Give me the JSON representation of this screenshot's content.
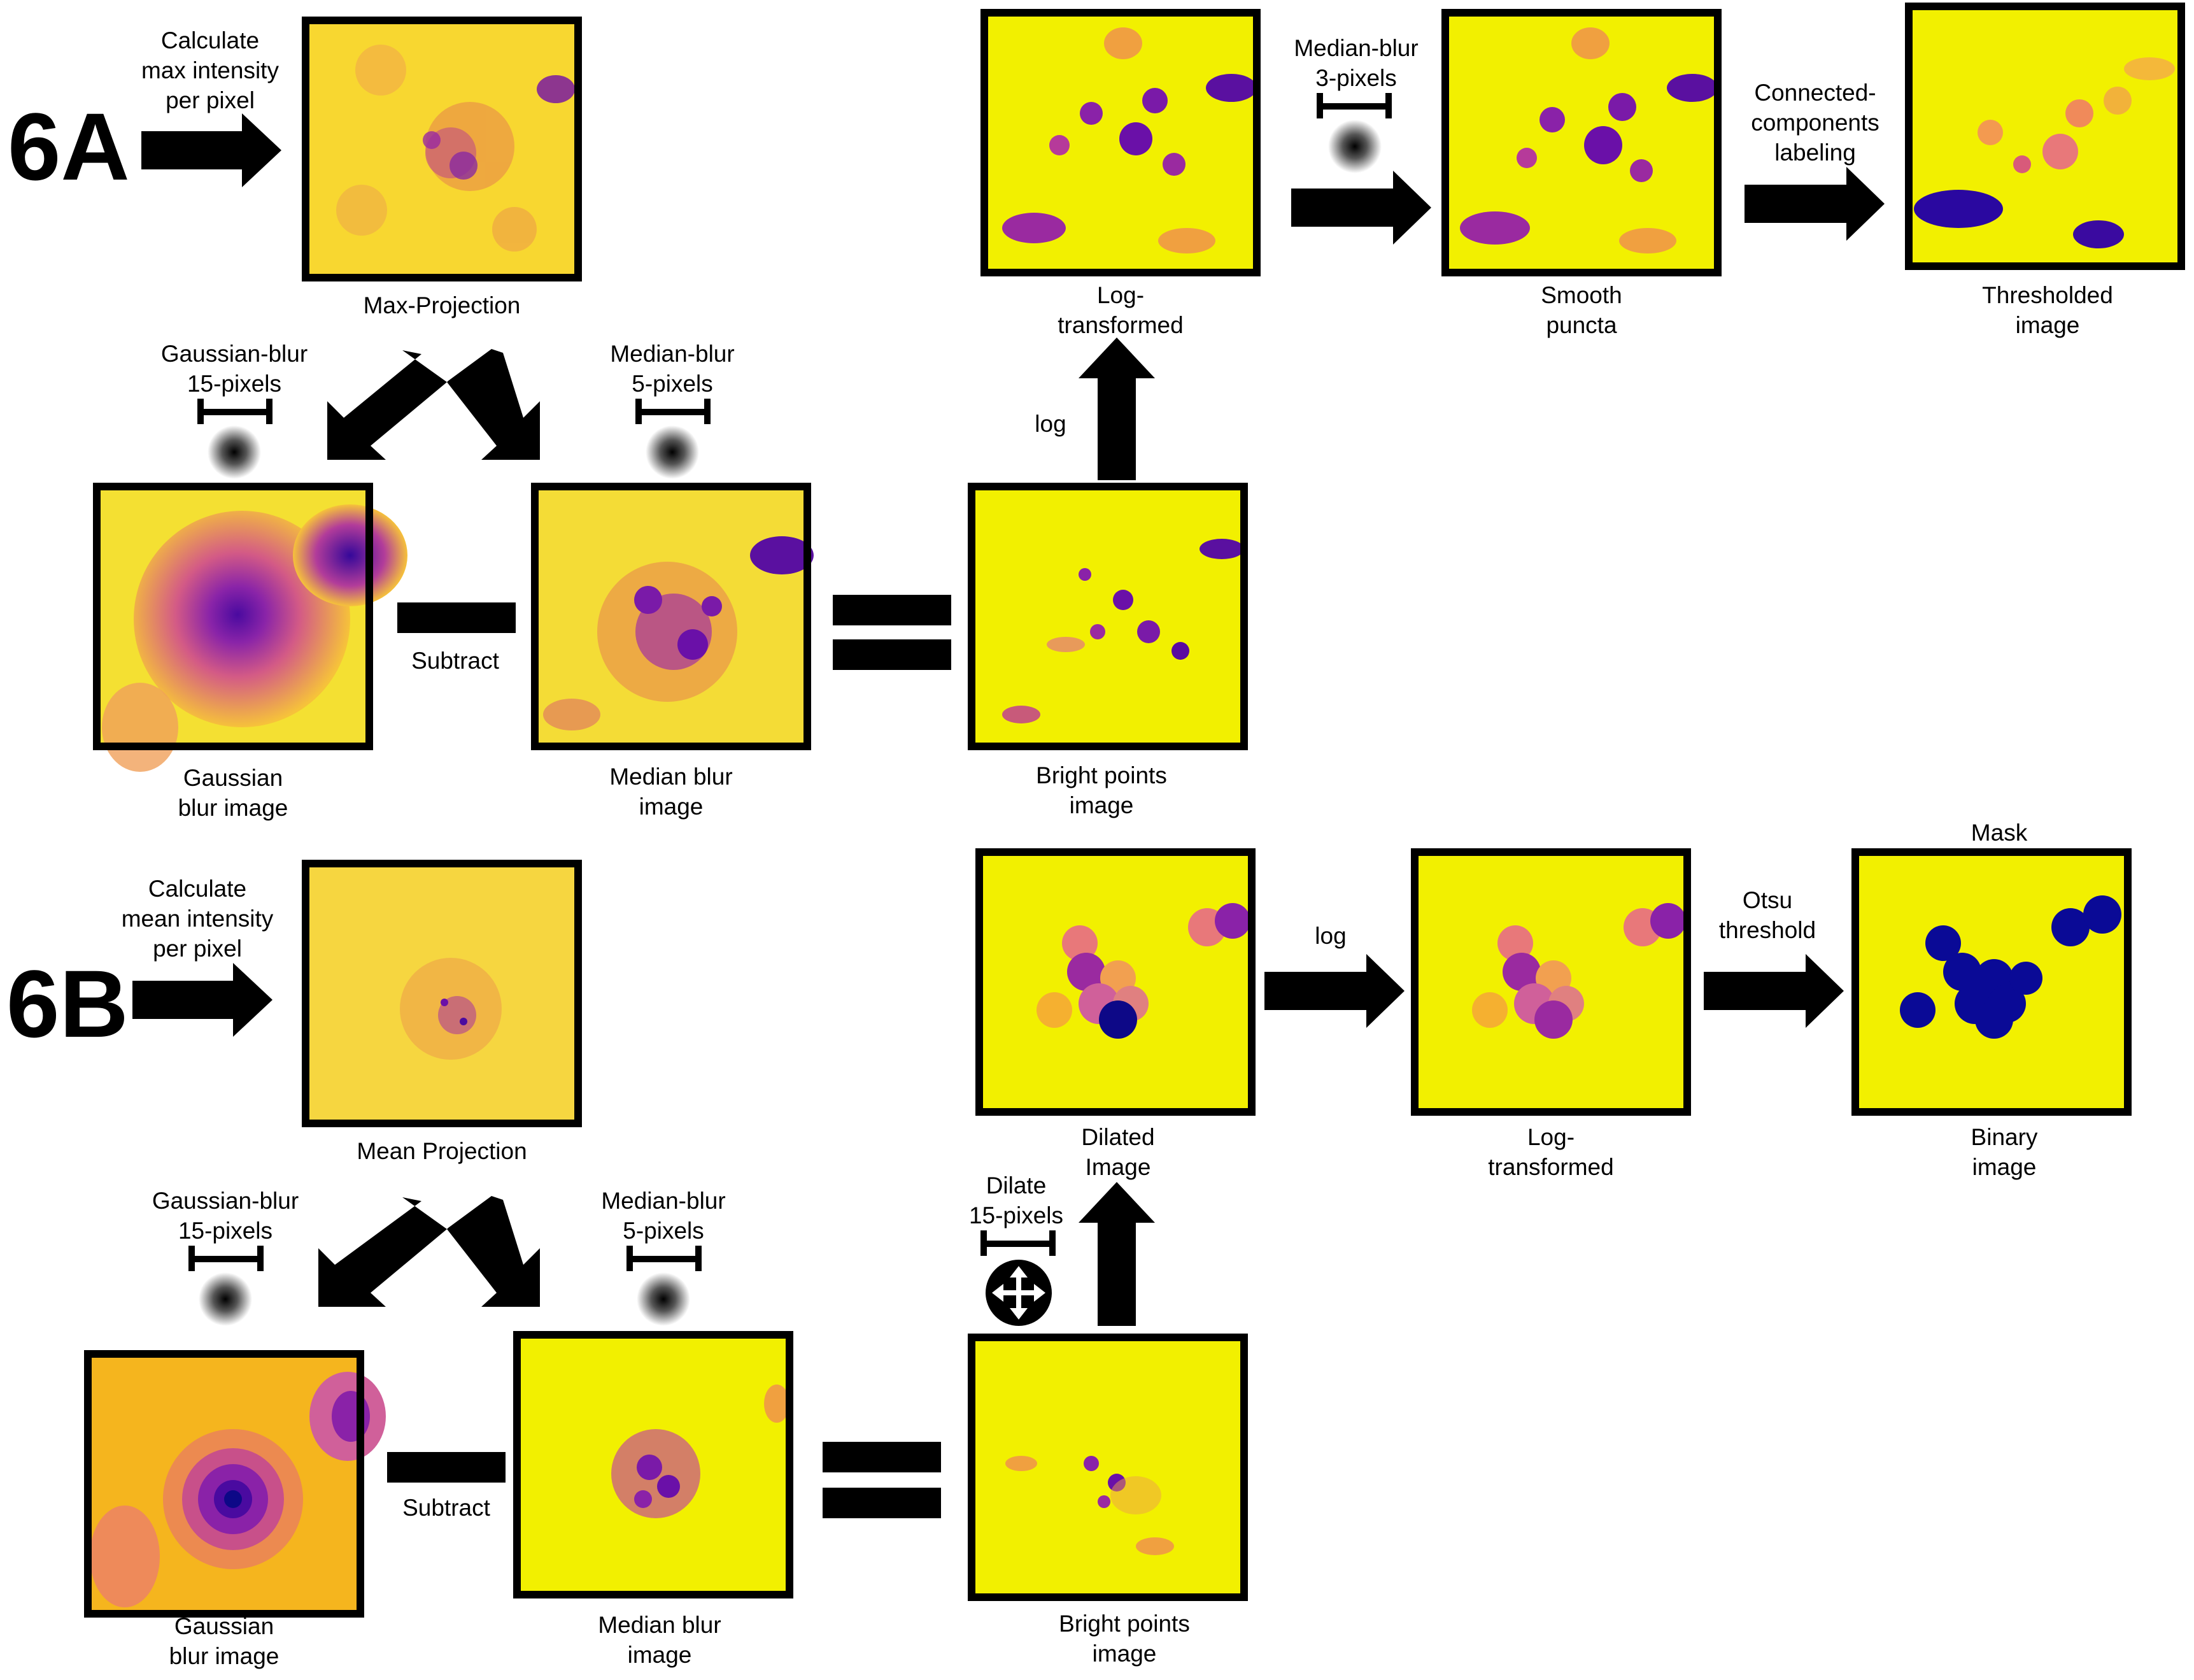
{
  "figure": {
    "panel_a": {
      "label": "6A",
      "start_step": [
        "Calculate",
        "max intensity",
        "per pixel"
      ],
      "projection": [
        "Max-Projection"
      ],
      "gauss_param": [
        "Gaussian-blur",
        "15-pixels"
      ],
      "median_param": [
        "Median-blur",
        "5-pixels"
      ],
      "gauss_image": [
        "Gaussian",
        "blur image"
      ],
      "subtract": "Subtract",
      "median_image": [
        "Median blur",
        "image"
      ],
      "bright_image": [
        "Bright points",
        "image"
      ],
      "log_step": "log",
      "log_image": [
        "Log-",
        "transformed"
      ],
      "median3_param": [
        "Median-blur",
        "3-pixels"
      ],
      "smooth_image": [
        "Smooth",
        "puncta"
      ],
      "ccl_step": [
        "Connected-",
        "components",
        "labeling"
      ],
      "thresholded_image": [
        "Thresholded",
        "image"
      ]
    },
    "panel_b": {
      "label": "6B",
      "start_step": [
        "Calculate",
        "mean intensity",
        "per pixel"
      ],
      "projection": [
        "Mean Projection"
      ],
      "gauss_param": [
        "Gaussian-blur",
        "15-pixels"
      ],
      "median_param": [
        "Median-blur",
        "5-pixels"
      ],
      "gauss_image": [
        "Gaussian",
        "blur image"
      ],
      "subtract": "Subtract",
      "median_image": [
        "Median blur",
        "image"
      ],
      "bright_image": [
        "Bright points",
        "image"
      ],
      "dilate_param": [
        "Dilate",
        "15-pixels"
      ],
      "dilated_image": [
        "Dilated",
        "Image"
      ],
      "log_step": "log",
      "log_image": [
        "Log-",
        "transformed"
      ],
      "otsu_step": [
        "Otsu",
        "threshold"
      ],
      "mask_title": "Mask",
      "binary_image": [
        "Binary",
        "image"
      ]
    }
  },
  "colors": {
    "background": "#f2f000",
    "low": "#f7e62a",
    "orange": "#f5a623",
    "pink": "#d9577a",
    "purple": "#9b2ca8",
    "violet": "#6a11a6",
    "navy": "#0d0887",
    "mask": "#0a0a96",
    "frame": "#000000",
    "arrow": "#000000"
  },
  "icons": [
    "blur-kernel-icon",
    "scale-bar-icon",
    "move-arrows-icon",
    "arrow-right-icon",
    "arrow-up-icon",
    "arrow-down-left-icon",
    "arrow-down-right-icon"
  ]
}
